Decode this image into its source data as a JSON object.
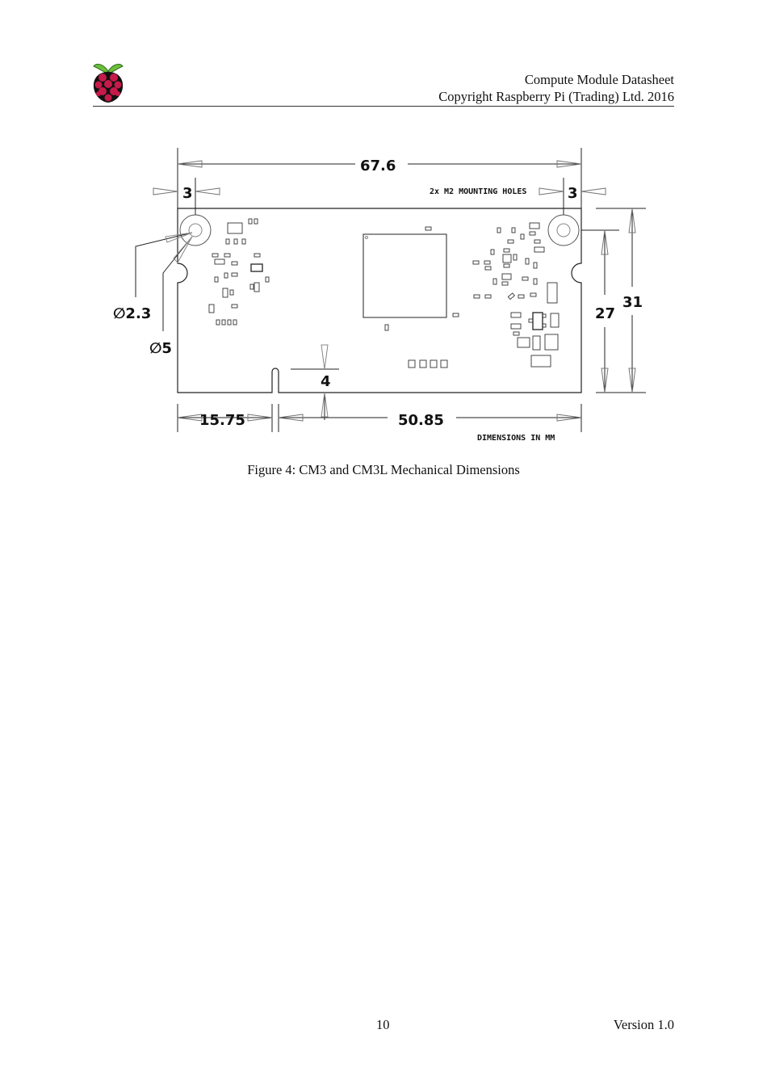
{
  "header": {
    "logo": "raspberry-pi-logo",
    "title": "Compute Module Datasheet",
    "copyright": "Copyright Raspberry Pi (Trading) Ltd. 2016"
  },
  "figure": {
    "dimensions": {
      "overall_width": "67.6",
      "hole_offset_left": "3",
      "hole_offset_right": "3",
      "mounting_note": "2x M2 MOUNTING HOLES",
      "hole_diameter": "∅2.3",
      "pad_diameter": "∅5",
      "notch_width": "4",
      "notch_left": "15.75",
      "notch_right": "50.85",
      "hole_height": "27",
      "overall_height": "31",
      "units_note": "DIMENSIONS IN MM"
    },
    "caption": "Figure 4: CM3 and CM3L Mechanical Dimensions"
  },
  "footer": {
    "page_number": "10",
    "version": "Version 1.0"
  }
}
